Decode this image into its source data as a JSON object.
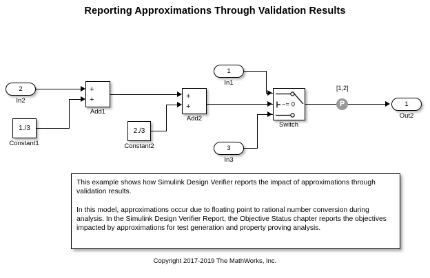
{
  "title": "Reporting Approximations Through Validation Results",
  "copyright": "Copyright 2017-2019 The MathWorks, Inc.",
  "blocks": {
    "in1": {
      "port_number": "1",
      "label": "In1"
    },
    "in2": {
      "port_number": "2",
      "label": "In2"
    },
    "in3": {
      "port_number": "3",
      "label": "In3"
    },
    "out2": {
      "port_number": "1",
      "label": "Out2"
    },
    "constant1": {
      "value": "1./3",
      "label": "Constant1"
    },
    "constant2": {
      "value": "2./3",
      "label": "Constant2"
    },
    "add1": {
      "label": "Add1",
      "sign_top": "+",
      "sign_bottom": "+"
    },
    "add2": {
      "label": "Add2",
      "sign_top": "+",
      "sign_bottom": "+"
    },
    "switch": {
      "label": "Switch",
      "criteria": "~= 0"
    }
  },
  "approximation": {
    "tag": "[1,2]",
    "badge_letter": "P"
  },
  "note": {
    "paragraph1": "This example shows how Simulink Design Verifier reports the impact of approximations through validation results.",
    "paragraph2": "In this model, approximations occur due to floating point to rational number conversion during analysis. In the Simulink Design Verifier Report, the Objective Status chapter reports the objectives impacted by approximations for test generation and property proving analysis."
  },
  "colors": {
    "background": "#ffffff",
    "line": "#000000",
    "badge_fill": "#9a9a9a",
    "shadow": "#787878"
  }
}
